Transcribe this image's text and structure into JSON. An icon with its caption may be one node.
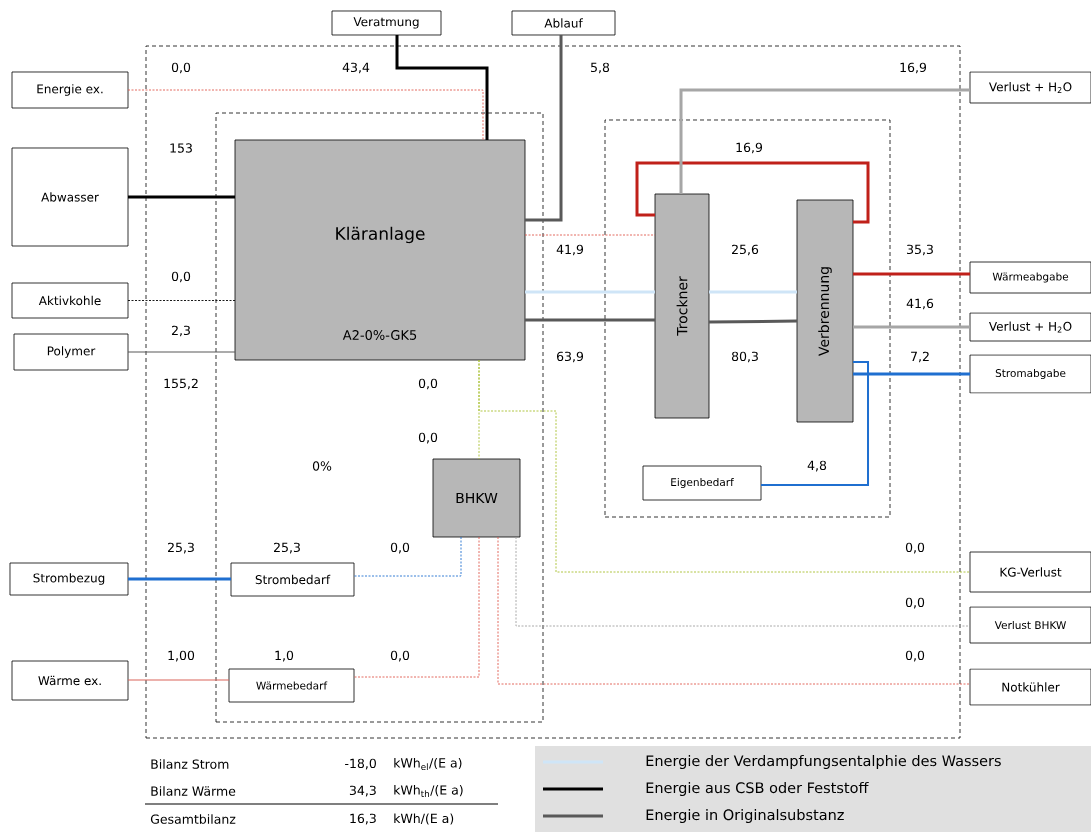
{
  "diagram": {
    "nodes": [
      {
        "text": [],
        "shape": "box"
      },
      {
        "text": [
          "Veratmung"
        ]
      },
      {
        "text": [
          "Ablauf"
        ]
      },
      {
        "text": [
          "Energie ex."
        ]
      },
      {
        "text": [
          "Verlust + H$_{2}$O"
        ]
      },
      {
        "text": [
          "Abwasser"
        ]
      },
      {
        "text": [],
        "shape": "box",
        "in": 0
      },
      {
        "text": [
          "Kläranlage",
          "A2-0%-GK5"
        ],
        "in": 6
      },
      {
        "text": [],
        "shape": "box",
        "in": 0
      },
      {
        "text": [
          "Trockner"
        ],
        "in": 8
      },
      {
        "text": [
          "Verbrennung"
        ],
        "in": 8
      },
      {
        "text": [
          "Wärmeabgabe"
        ]
      },
      {
        "text": [
          "Aktivkohle"
        ]
      },
      {
        "text": [
          "Verlust + H$_{2}$O"
        ]
      },
      {
        "text": [
          "Polymer"
        ]
      },
      {
        "text": [
          "Stromabgabe"
        ]
      },
      {
        "text": [
          "BHKW"
        ],
        "in": 6
      },
      {
        "text": [
          "Eigenbedarf"
        ],
        "in": 8
      },
      {
        "text": [
          "Strombezug"
        ]
      },
      {
        "text": [
          "Strombedarf"
        ],
        "in": 6
      },
      {
        "text": [
          "KG-Verlust"
        ]
      },
      {
        "text": [
          "Verlust BHKW"
        ]
      },
      {
        "text": [
          "Wärme ex."
        ]
      },
      {
        "text": [
          "Wärmebedarf"
        ],
        "in": 6
      },
      {
        "text": [
          "Notkühler"
        ]
      }
    ],
    "edges": [
      {
        "from": 5,
        "to": 7,
        "arrow": "none",
        "color": "#000000"
      },
      {
        "from": 7,
        "to": 1,
        "arrow": "none",
        "color": "#000000"
      },
      {
        "from": 7,
        "to": 2,
        "arrow": "none",
        "color": "#595959"
      },
      {
        "from": 3,
        "to": 7,
        "arrow": "none",
        "style": "dashed",
        "color": "#e05a4e"
      },
      {
        "from": 12,
        "to": 7,
        "arrow": "none",
        "style": "dashed",
        "color": "#000000"
      },
      {
        "from": 14,
        "to": 7,
        "arrow": "none",
        "color": "#595959"
      },
      {
        "from": 7,
        "to": 9,
        "arrow": "none",
        "style": "dashed",
        "color": "#e05a4e"
      },
      {
        "from": 7,
        "to": 9,
        "arrow": "none",
        "color": "#cfe5f7"
      },
      {
        "from": 9,
        "to": 10,
        "arrow": "none",
        "color": "#cfe5f7"
      },
      {
        "from": 7,
        "to": 9,
        "arrow": "none",
        "color": "#595959"
      },
      {
        "from": 9,
        "to": 10,
        "arrow": "none",
        "color": "#595959"
      },
      {
        "from": 10,
        "to": 9,
        "arrow": "none",
        "color": "#c0201a"
      },
      {
        "from": 9,
        "to": 4,
        "arrow": "none",
        "color": "#a6a6a6"
      },
      {
        "from": 10,
        "to": 11,
        "arrow": "none",
        "color": "#c0201a"
      },
      {
        "from": 10,
        "to": 13,
        "arrow": "none",
        "color": "#a6a6a6"
      },
      {
        "from": 10,
        "to": 15,
        "arrow": "none",
        "color": "#1f6fd0"
      },
      {
        "from": 10,
        "to": 17,
        "arrow": "none",
        "color": "#1f6fd0"
      },
      {
        "from": 18,
        "to": 19,
        "arrow": "none",
        "color": "#1f6fd0"
      },
      {
        "from": 16,
        "to": 19,
        "arrow": "none",
        "style": "dashed",
        "color": "#1f6fd0"
      },
      {
        "from": 22,
        "to": 23,
        "arrow": "none",
        "color": "#d9645a"
      },
      {
        "from": 16,
        "to": 23,
        "arrow": "none",
        "style": "dashed",
        "color": "#e05a4e"
      },
      {
        "from": 16,
        "to": 24,
        "arrow": "none",
        "style": "dashed",
        "color": "#e05a4e"
      },
      {
        "from": 16,
        "to": 21,
        "arrow": "none",
        "style": "dashed",
        "color": "#a0a0a0"
      },
      {
        "from": 7,
        "to": 16,
        "arrow": "none",
        "style": "dashed",
        "color": "#a8c030"
      },
      {
        "from": 7,
        "to": 20,
        "arrow": "none",
        "style": "dashed",
        "color": "#a8c030"
      }
    ],
    "labels": [
      "0,0",
      "43,4",
      "5,8",
      "16,9",
      "153",
      "16,9",
      "41,9",
      "25,6",
      "35,3",
      "0,0",
      "41,6",
      "2,3",
      "63,9",
      "80,3",
      "7,2",
      "155,2",
      "0,0",
      "0,0",
      "0%",
      "4,8",
      "25,3",
      "25,3",
      "0,0",
      "0,0",
      "0,0",
      "1,00",
      "1,0",
      "0,0",
      "0,0",
      "Bilanz Strom",
      "-18,0",
      "kWh$_{el}$/(E a)",
      "Bilanz Wärme",
      "34,3",
      "kWh$_{th}$/(E a)",
      "Gesamtbilanz",
      "16,3",
      "kWh/(E a)"
    ],
    "legend": [
      {
        "text": "Energie der Verdampfungsentalphie des Wassers"
      },
      {
        "text": "Energie aus CSB oder Feststoff"
      },
      {
        "text": "Energie in Originalsubstanz"
      }
    ]
  }
}
